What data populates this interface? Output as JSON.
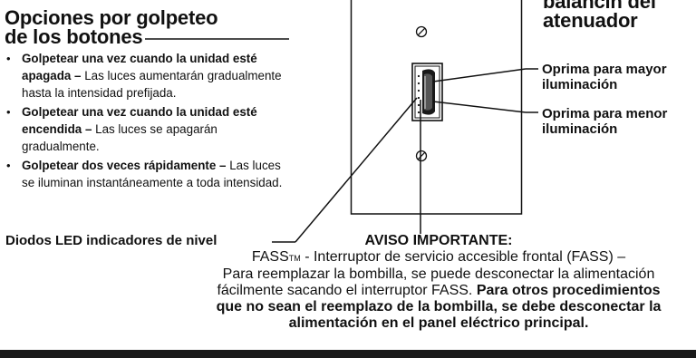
{
  "left": {
    "heading_line1": "Opciones por golpeteo",
    "heading_line2": "de los botones",
    "bullet_glyph": "•",
    "items": [
      {
        "bold": "Golpetear una vez cuando la unidad esté apagada – ",
        "text": "Las luces aumentarán gradualmente hasta la intensidad prefijada."
      },
      {
        "bold": "Golpetear una vez cuando la unidad esté encendida – ",
        "text": "Las luces se apagarán gradualmente."
      },
      {
        "bold": "Golpetear dos veces rápidamente – ",
        "text": "Las luces se iluminan instantáneamente a toda intensidad."
      }
    ],
    "led_label": "Diodos LED indicadores de nivel"
  },
  "right": {
    "top_label_line1": "balancín del",
    "top_label_line2": "atenuador",
    "increase_line1": "Oprima para mayor",
    "increase_line2": "iluminación",
    "decrease_line1": "Oprima para menor",
    "decrease_line2": "iluminación"
  },
  "notice": {
    "title": "AVISO IMPORTANTE:",
    "fass_prefix": "FASS",
    "tm": "TM",
    "fass_rest": " - Interruptor de servicio accesible frontal (FASS) –",
    "line2": "Para reemplazar la bombilla, se puede desconectar la alimentación",
    "line3_normal": "fácilmente sacando el interruptor FASS. ",
    "line3_bold": "Para otros procedimientos",
    "line4_bold": "que no sean el reemplazo de la bombilla, se debe desconectar la",
    "line5_bold": "alimentación en el panel eléctrico principal."
  }
}
